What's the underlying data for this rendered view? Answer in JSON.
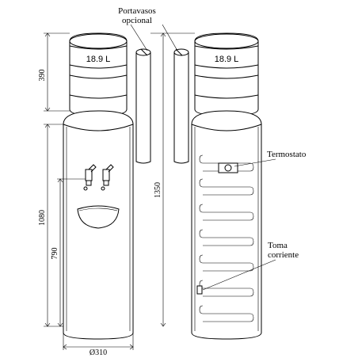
{
  "labels": {
    "cup_holder": "Portavasos",
    "cup_holder_2": "opcional",
    "thermostat": "Termostato",
    "socket": "Toma",
    "socket_2": "corriente",
    "bottle_volume": "18.9 L"
  },
  "dimensions": {
    "bottle_height": "390",
    "total_height": "1350",
    "body_height": "1080",
    "tap_height": "790",
    "diameter": "Ø310"
  },
  "colors": {
    "line": "#000000",
    "background": "#ffffff"
  }
}
